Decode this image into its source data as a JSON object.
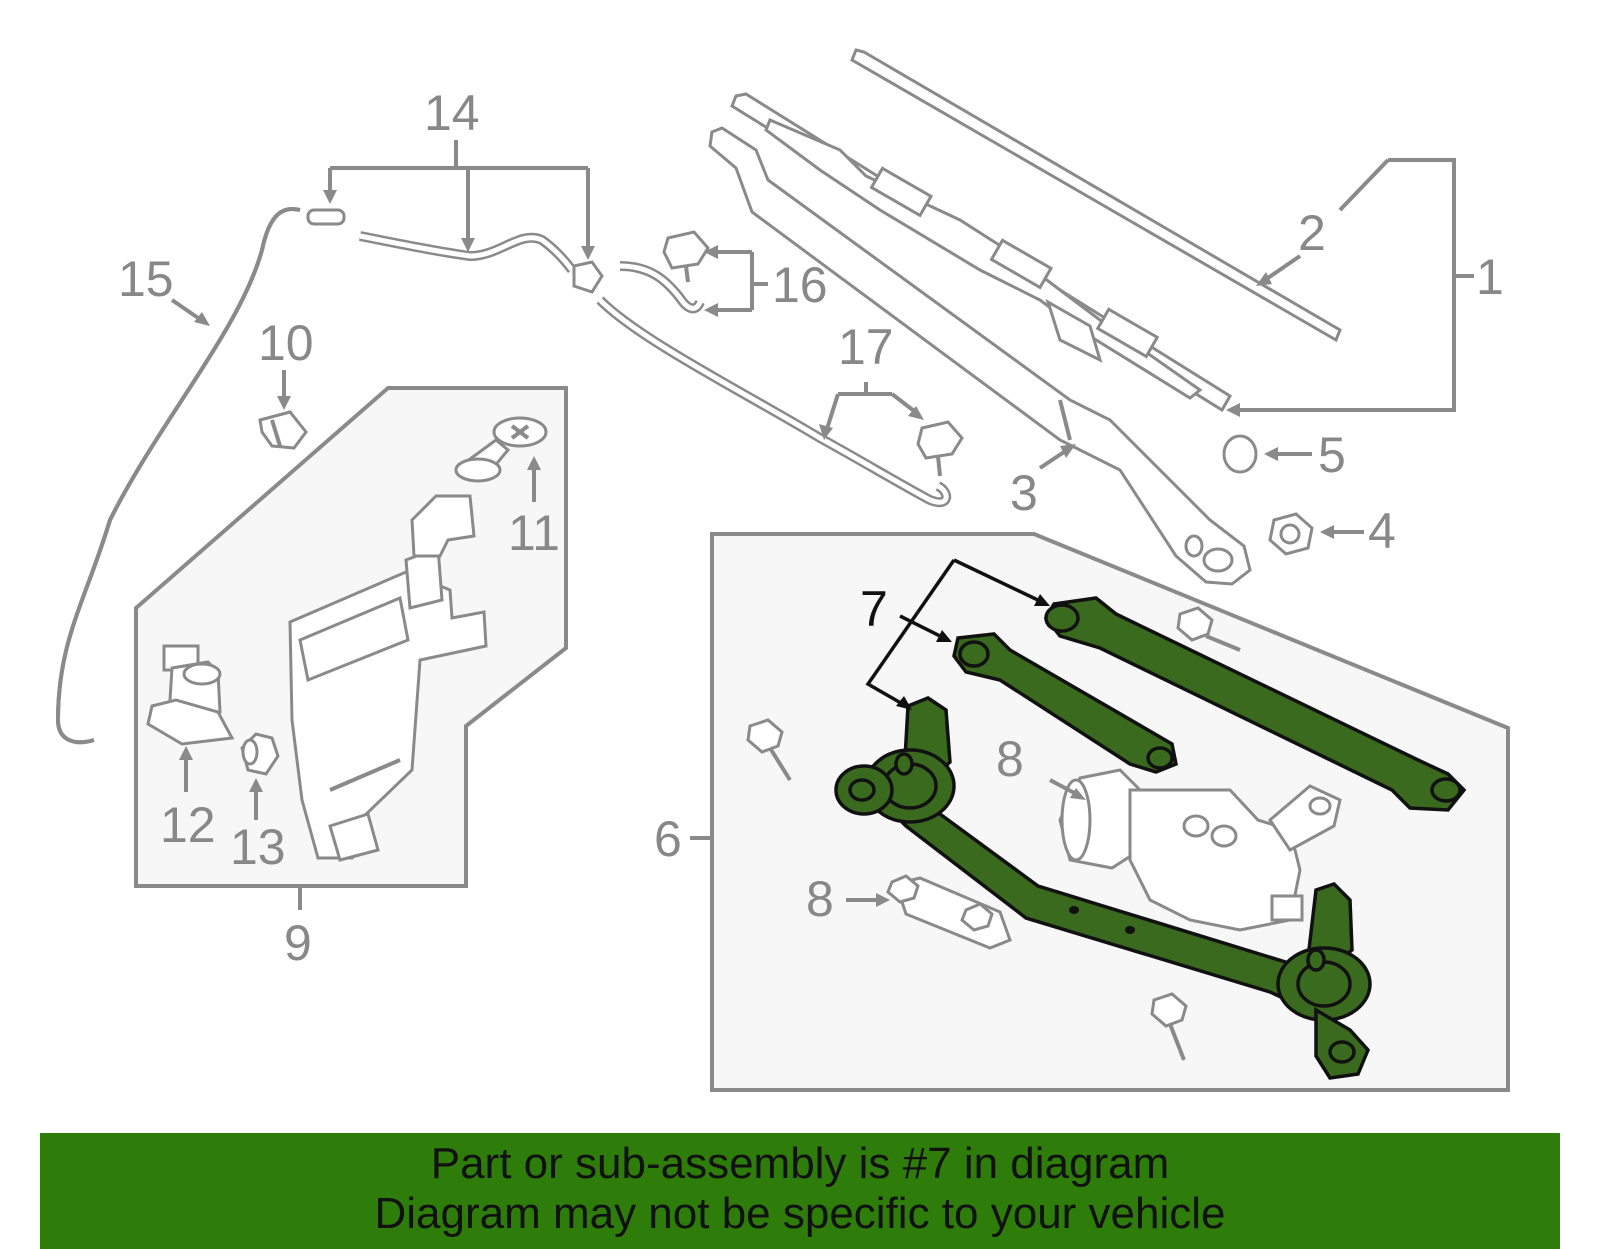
{
  "callouts": {
    "n1": "1",
    "n2": "2",
    "n3": "3",
    "n4": "4",
    "n5": "5",
    "n6": "6",
    "n7": "7",
    "n8a": "8",
    "n8b": "8",
    "n9": "9",
    "n10": "10",
    "n11": "11",
    "n12": "12",
    "n13": "13",
    "n14": "14",
    "n15": "15",
    "n16": "16",
    "n17": "17"
  },
  "highlight_part": "7",
  "colors": {
    "highlight_fill": "#3a6a1e",
    "banner_bg": "#2e7d0a",
    "line_gray": "#8a8a8a"
  },
  "banner": {
    "line1": "Part or sub-assembly is #7 in diagram",
    "line2": "Diagram may not be specific to your vehicle"
  }
}
